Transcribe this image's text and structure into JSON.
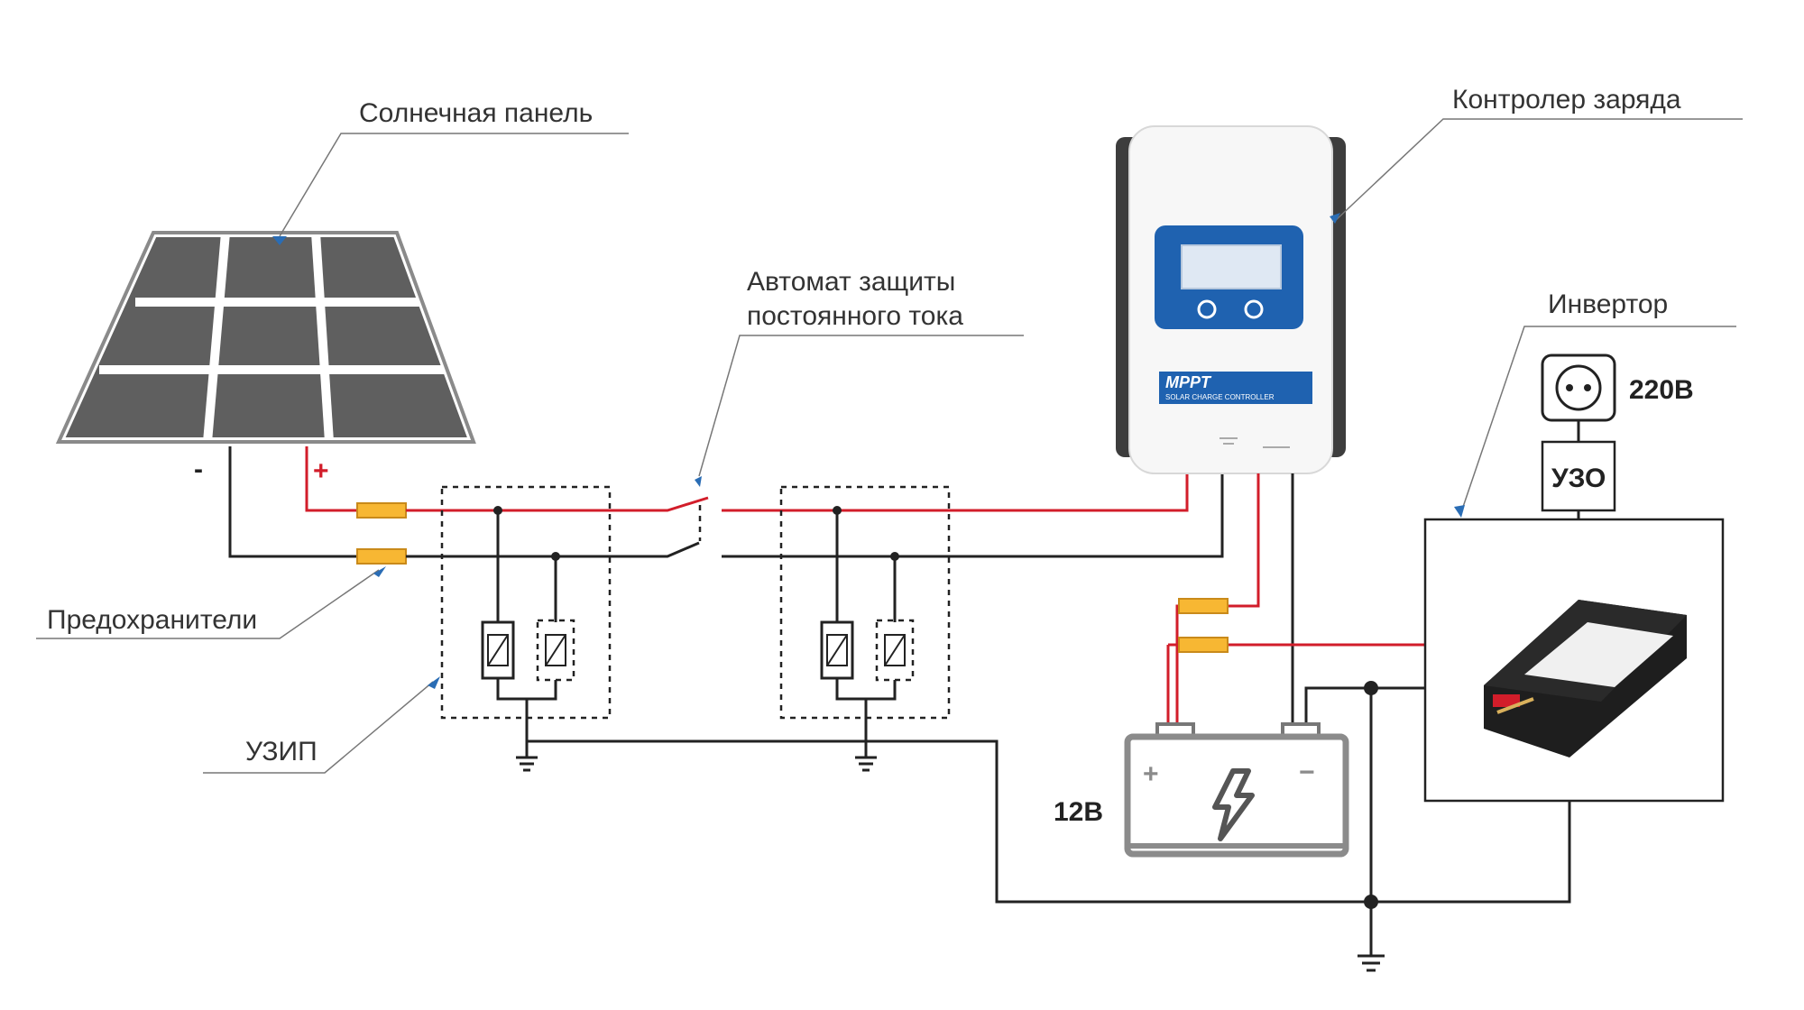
{
  "labels": {
    "solar_panel": "Солнечная панель",
    "breaker_line1": "Автомат защиты",
    "breaker_line2": "постоянного тока",
    "controller": "Контролер заряда",
    "inverter": "Инвертор",
    "fuses": "Предохранители",
    "spd": "УЗИП",
    "voltage_ac": "220В",
    "rcd": "УЗО",
    "voltage_dc": "12В",
    "panel_minus": "-",
    "panel_plus": "+",
    "battery_plus": "+",
    "battery_minus": "−"
  },
  "controller_face": {
    "brand": "MPPT",
    "subtitle": "SOLAR CHARGE CONTROLLER"
  },
  "colors": {
    "positive_wire": "#d21d2a",
    "negative_wire": "#222222",
    "fuse": "#f7b733",
    "controller_panel": "#1f62b0",
    "panel_cell": "#6f6f6f"
  }
}
